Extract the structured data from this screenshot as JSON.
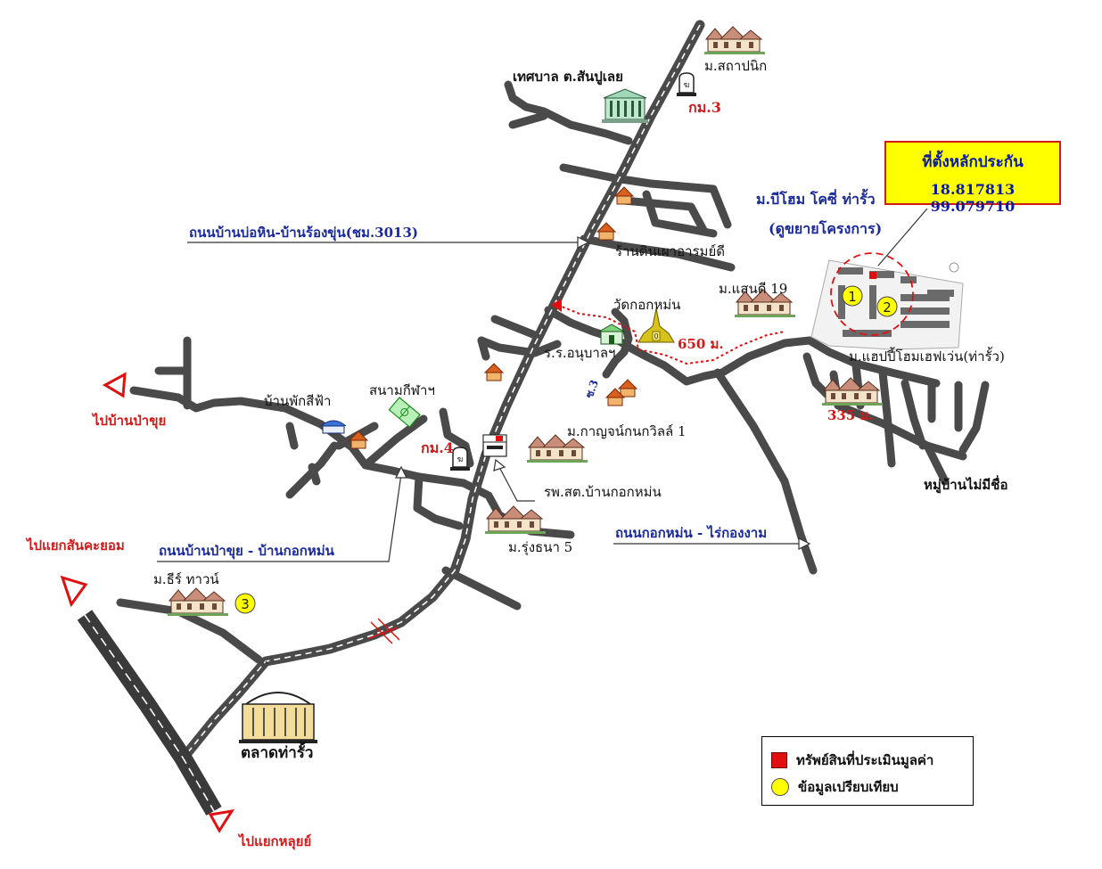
{
  "colors": {
    "road": "#4a4a4a",
    "road_dash": "#ffffff",
    "arrow_red": "#e01010",
    "label_red": "#d11a1a",
    "label_blue": "#1b2a9a",
    "box_yellow": "#ffff00",
    "marker_red": "#e01010"
  },
  "labels": {
    "thesaban": "เทศบาล ต.สันปูเลย",
    "sathapanik": "ม.สถาปนิก",
    "km3": "กม.3",
    "road_bohin": "ถนนบ้านบ่อหิน-บ้านร้องขุ่น(ชม.3013)",
    "clay_shop": "ร้านดินเผาอารมย์ดี",
    "bhome_cozy": "ม.บีโฮม โคซี่ ท่ารั้ว",
    "bhome_sub": "(ดูขยายโครงการ)",
    "sandee19": "ม.แสนดี 19",
    "wat_kokmuan": "วัดกอกหม่น",
    "dist_650": "650 ม.",
    "anuban": "ร.ร.อนุบาลฯ",
    "happy_home": "ม.แฮปปี้โฮมเฮฟเว่น(ท่ารั้ว)",
    "soi3": "ซ.3",
    "dist_335": "335 ม.",
    "to_papkhui": "ไปบ้านป่าขุย",
    "ban_phaksifa": "บ้านพักสีฟ้า",
    "stadium": "สนามกีฬาฯ",
    "kanchanakanwilla": "ม.กาญจน์กนกวิลล์ 1",
    "km4": "กม.4",
    "rpsot": "รพ.สต.บ้านกอกหม่น",
    "unnamed_village": "หมู่บ้านไม่มีชื่อ",
    "to_sankayom": "ไปแยกสันคะยอม",
    "road_papkhui": "ถนนบ้านป่าขุย - บ้านกอกหม่น",
    "rungthana5": "ม.รุ่งธนา 5",
    "road_kokmuan": "ถนนกอกหม่น - ไร่กองงาม",
    "theeraa_town": "ม.ธีร์ ทาวน์",
    "market": "ตลาดท่ารั้ว",
    "to_luay": "ไปแยกหลุยย์"
  },
  "collateral": {
    "title": "ที่ตั้งหลักประกัน",
    "coords": "18.817813 99.079710"
  },
  "comparables": [
    "1",
    "2",
    "3"
  ],
  "legend": {
    "appraised": "ทรัพย์สินที่ประเมินมูลค่า",
    "comparison": "ข้อมูลเปรียบเทียบ"
  },
  "icons": [
    "house-icon",
    "government-building-icon",
    "temple-icon",
    "school-icon",
    "hospital-icon",
    "market-icon",
    "stadium-icon",
    "km-marker-icon"
  ]
}
